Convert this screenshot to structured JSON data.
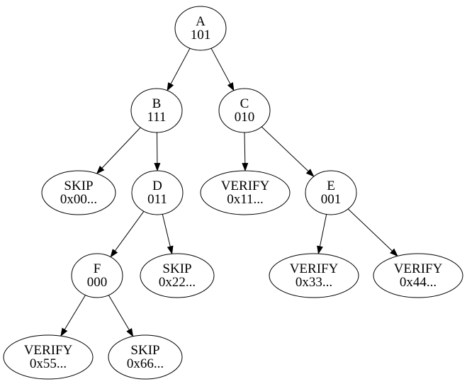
{
  "diagram": {
    "kind": "directed-tree",
    "colors": {
      "background": "#ffffff",
      "node_fill": "#ffffff",
      "node_stroke": "#000000",
      "edge_color": "#000000",
      "text_color": "#000000"
    },
    "nodes": [
      {
        "id": "A",
        "shape": "circle",
        "label": "A",
        "value": "101"
      },
      {
        "id": "B",
        "shape": "circle",
        "label": "B",
        "value": "111"
      },
      {
        "id": "C",
        "shape": "circle",
        "label": "C",
        "value": "010"
      },
      {
        "id": "SKIP00",
        "shape": "ellipse",
        "label": "SKIP",
        "value": "0x00..."
      },
      {
        "id": "D",
        "shape": "circle",
        "label": "D",
        "value": "011"
      },
      {
        "id": "VERIFY11",
        "shape": "ellipse",
        "label": "VERIFY",
        "value": "0x11..."
      },
      {
        "id": "E",
        "shape": "circle",
        "label": "E",
        "value": "001"
      },
      {
        "id": "F",
        "shape": "circle",
        "label": "F",
        "value": "000"
      },
      {
        "id": "SKIP22",
        "shape": "ellipse",
        "label": "SKIP",
        "value": "0x22..."
      },
      {
        "id": "VERIFY33",
        "shape": "ellipse",
        "label": "VERIFY",
        "value": "0x33..."
      },
      {
        "id": "VERIFY44",
        "shape": "ellipse",
        "label": "VERIFY",
        "value": "0x44..."
      },
      {
        "id": "VERIFY55",
        "shape": "ellipse",
        "label": "VERIFY",
        "value": "0x55..."
      },
      {
        "id": "SKIP66",
        "shape": "ellipse",
        "label": "SKIP",
        "value": "0x66..."
      }
    ],
    "edges": [
      {
        "from": "A",
        "to": "B"
      },
      {
        "from": "A",
        "to": "C"
      },
      {
        "from": "B",
        "to": "SKIP00"
      },
      {
        "from": "B",
        "to": "D"
      },
      {
        "from": "C",
        "to": "VERIFY11"
      },
      {
        "from": "C",
        "to": "E"
      },
      {
        "from": "D",
        "to": "F"
      },
      {
        "from": "D",
        "to": "SKIP22"
      },
      {
        "from": "E",
        "to": "VERIFY33"
      },
      {
        "from": "E",
        "to": "VERIFY44"
      },
      {
        "from": "F",
        "to": "VERIFY55"
      },
      {
        "from": "F",
        "to": "SKIP66"
      }
    ]
  }
}
